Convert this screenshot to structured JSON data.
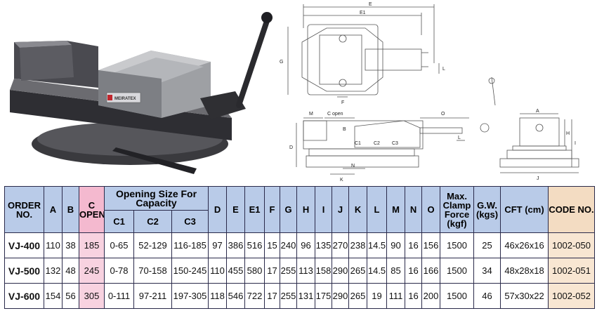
{
  "drawing": {
    "brand": "MEIRATEX",
    "labels": {
      "E": "E",
      "E1": "E1",
      "G": "G",
      "L": "L",
      "F": "F",
      "M": "M",
      "C_open": "C open",
      "B": "B",
      "O": "O",
      "C1": "C1",
      "C2": "C2",
      "C3": "C3",
      "D": "D",
      "N": "N",
      "K": "K",
      "A": "A",
      "H": "H",
      "I": "I",
      "J": "J"
    }
  },
  "table": {
    "headers": {
      "order": "ORDER NO.",
      "a": "A",
      "b": "B",
      "c_open": "C OPEN",
      "opening_size": "Opening Size For Capacity",
      "c1": "C1",
      "c2": "C2",
      "c3": "C3",
      "d": "D",
      "e": "E",
      "e1": "E1",
      "f": "F",
      "g": "G",
      "h": "H",
      "i": "I",
      "j": "J",
      "k": "K",
      "l": "L",
      "m": "M",
      "n": "N",
      "o": "O",
      "clamp": "Max. Clamp Force (kgf)",
      "gw": "G.W. (kgs)",
      "cft": "CFT (cm)",
      "code": "CODE NO."
    },
    "rows": [
      {
        "order": "VJ-400",
        "a": "110",
        "b": "38",
        "c_open": "185",
        "c1": "0-65",
        "c2": "52-129",
        "c3": "116-185",
        "d": "97",
        "e": "386",
        "e1": "516",
        "f": "15",
        "g": "240",
        "h": "96",
        "i": "135",
        "j": "270",
        "k": "238",
        "l": "14.5",
        "m": "90",
        "n": "16",
        "o": "156",
        "clamp": "1500",
        "gw": "25",
        "cft": "46x26x16",
        "code": "1002-050"
      },
      {
        "order": "VJ-500",
        "a": "132",
        "b": "48",
        "c_open": "245",
        "c1": "0-78",
        "c2": "70-158",
        "c3": "150-245",
        "d": "110",
        "e": "455",
        "e1": "580",
        "f": "17",
        "g": "255",
        "h": "113",
        "i": "158",
        "j": "290",
        "k": "265",
        "l": "14.5",
        "m": "85",
        "n": "16",
        "o": "166",
        "clamp": "1500",
        "gw": "34",
        "cft": "48x28x18",
        "code": "1002-051"
      },
      {
        "order": "VJ-600",
        "a": "154",
        "b": "56",
        "c_open": "305",
        "c1": "0-111",
        "c2": "97-211",
        "c3": "197-305",
        "d": "118",
        "e": "546",
        "e1": "722",
        "f": "17",
        "g": "255",
        "h": "131",
        "i": "175",
        "j": "290",
        "k": "265",
        "l": "19",
        "m": "111",
        "n": "16",
        "o": "200",
        "clamp": "1500",
        "gw": "46",
        "cft": "57x30x22",
        "code": "1002-052"
      }
    ]
  }
}
